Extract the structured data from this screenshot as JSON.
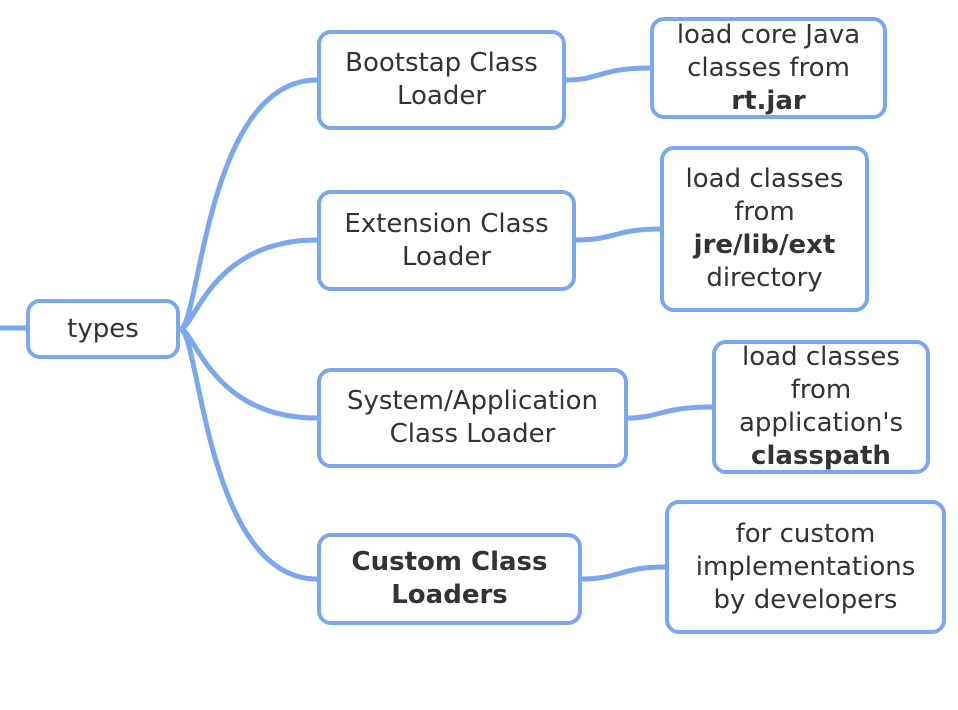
{
  "root": {
    "label": "types"
  },
  "loaders": [
    {
      "name_lines": [
        "Bootstap Class",
        "Loader"
      ],
      "desc_lines": [
        [
          "load core Java",
          ""
        ],
        [
          "classes from",
          ""
        ],
        [
          "",
          "rt.jar"
        ]
      ]
    },
    {
      "name_lines": [
        "Extension Class",
        "Loader"
      ],
      "desc_lines": [
        [
          "load classes",
          ""
        ],
        [
          "from",
          ""
        ],
        [
          "",
          "jre/lib/ext"
        ],
        [
          "directory",
          ""
        ]
      ]
    },
    {
      "name_lines": [
        "System/Application",
        "Class Loader"
      ],
      "desc_lines": [
        [
          "load classes",
          ""
        ],
        [
          "from",
          ""
        ],
        [
          "application's",
          ""
        ],
        [
          "",
          "classpath"
        ]
      ]
    },
    {
      "name_lines": [
        "Custom Class",
        "Loaders"
      ],
      "desc_lines": [
        [
          "for custom",
          ""
        ],
        [
          "implementations",
          ""
        ],
        [
          "by developers",
          ""
        ]
      ]
    }
  ],
  "colors": {
    "line": "#7aa7f0",
    "border": "#7aa7f0",
    "text": "#333333"
  }
}
